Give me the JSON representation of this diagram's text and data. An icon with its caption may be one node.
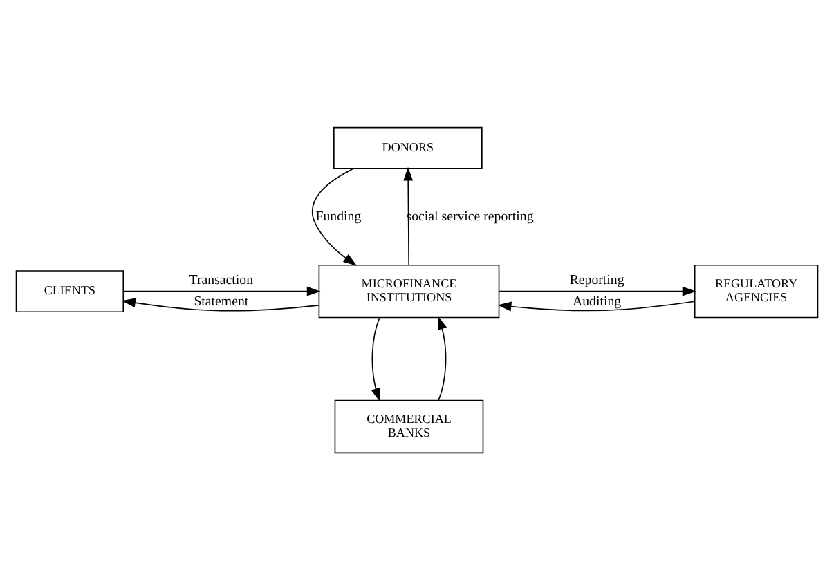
{
  "diagram": {
    "nodes": [
      {
        "text": [
          "DONORS"
        ]
      },
      {
        "text": [
          "CLIENTS"
        ]
      },
      {
        "text": [
          "MICROFINANCE INSTITUTIONS"
        ]
      },
      {
        "text": [
          "REGULATORY AGENCIES"
        ]
      },
      {
        "text": [
          "COMMERCIAL BANKS"
        ]
      }
    ],
    "edges": [
      {
        "from": 0,
        "to": 2,
        "arrow": "to",
        "label": "Funding"
      },
      {
        "from": 2,
        "to": 0,
        "arrow": "to",
        "label": "social service reporting"
      },
      {
        "from": 1,
        "to": 2,
        "arrow": "to",
        "label": "Transaction"
      },
      {
        "from": 2,
        "to": 1,
        "arrow": "to",
        "label": "Statement"
      },
      {
        "from": 2,
        "to": 3,
        "arrow": "to",
        "label": "Reporting"
      },
      {
        "from": 3,
        "to": 2,
        "arrow": "to",
        "label": "Auditing"
      },
      {
        "from": 4,
        "to": 2,
        "arrow": "to"
      },
      {
        "from": 2,
        "to": 4,
        "arrow": "to"
      }
    ]
  }
}
